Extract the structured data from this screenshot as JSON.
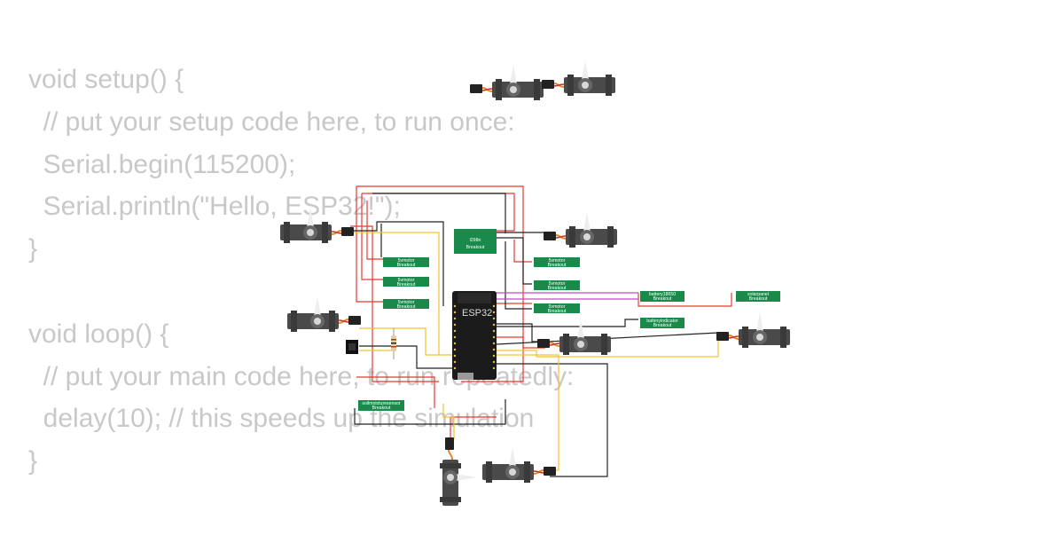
{
  "code": {
    "lines": [
      "void setup() {",
      "  // put your setup code here, to run once:",
      "  Serial.begin(115200);",
      "  Serial.println(\"Hello, ESP32!\");",
      "}",
      "",
      "void loop() {",
      "  // put your main code here, to run repeatedly:",
      "  delay(10); // this speeds up the simulation",
      "}"
    ]
  },
  "board": {
    "label": "ESP32"
  },
  "breakouts": {
    "l298n": {
      "line1": "l298n",
      "line2": "Breakout"
    },
    "motor_left_1": {
      "line1": "5vmotor",
      "line2": "Breakout"
    },
    "motor_left_2": {
      "line1": "5vmotor",
      "line2": "Breakout"
    },
    "motor_left_3": {
      "line1": "5vmotor",
      "line2": "Breakout"
    },
    "motor_right_1": {
      "line1": "5vmotor",
      "line2": "Breakout"
    },
    "motor_right_2": {
      "line1": "5vmotor",
      "line2": "Breakout"
    },
    "motor_right_3": {
      "line1": "5vmotor",
      "line2": "Breakout"
    },
    "battery": {
      "line1": "battery18650",
      "line2": "Breakout"
    },
    "solar": {
      "line1": "solarpanel",
      "line2": "Breakout"
    },
    "battery_indicator": {
      "line1": "batteryindicator",
      "line2": "Breakout"
    },
    "moisture": {
      "line1": "soilmoisturesensor",
      "line2": "Breakout"
    }
  },
  "colors": {
    "code_text": "#c8c8c8",
    "wire_red": "#e53935",
    "wire_black": "#222222",
    "wire_yellow": "#f2c230",
    "wire_magenta": "#cc44cc",
    "breakout_green": "#1a8a4a",
    "board_dark": "#1b1b1b",
    "servo_body": "#4a4a4a",
    "servo_horn": "#eeeeee",
    "servo_orange": "#e8842a"
  }
}
